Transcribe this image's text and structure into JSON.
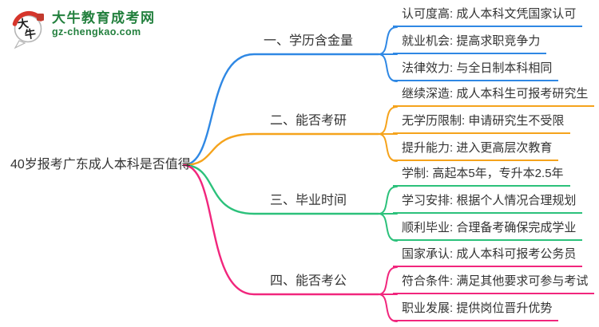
{
  "logo": {
    "mark_char_top": "大",
    "mark_char_bottom": "牛",
    "site_name": "大牛教育成考网",
    "site_domain": "gz-chengkao.com",
    "mark_red": "#d6352b",
    "green": "#23803e"
  },
  "root": {
    "label": "40岁报考广东成人本科是否值得"
  },
  "branches": [
    {
      "label": "一、学历含金量",
      "color": "#2f88e4",
      "leaves": [
        "认可度高: 成人本科文凭国家认可",
        "就业机会: 提高求职竞争力",
        "法律效力: 与全日制本科相同"
      ]
    },
    {
      "label": "二、能否考研",
      "color": "#f5a31c",
      "leaves": [
        "继续深造: 成人本科生可报考研究生",
        "无学历限制: 申请研究生不受限",
        "提升能力: 进入更高层次教育"
      ]
    },
    {
      "label": "三、毕业时间",
      "color": "#2cc17b",
      "leaves": [
        "学制: 高起本5年，专升本2.5年",
        "学习安排: 根据个人情况合理规划",
        "顺利毕业: 合理备考确保完成学业"
      ]
    },
    {
      "label": "四、能否考公",
      "color": "#f1267d",
      "leaves": [
        "国家承认: 成人本科可报考公务员",
        "符合条件: 满足其他要求可参与考试",
        "职业发展: 提供岗位晋升优势"
      ]
    }
  ]
}
